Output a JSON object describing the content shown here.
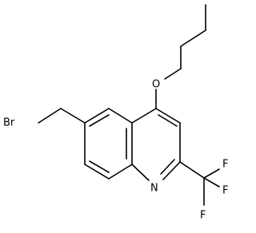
{
  "diagram": {
    "atoms": {
      "bromine": "Br",
      "oxygen": "O",
      "nitrogen": "N",
      "fluorine_1": "F",
      "fluorine_2": "F",
      "fluorine_3": "F"
    },
    "colors": {
      "bond": "#000000",
      "label": "#000000",
      "background": "#ffffff"
    }
  }
}
